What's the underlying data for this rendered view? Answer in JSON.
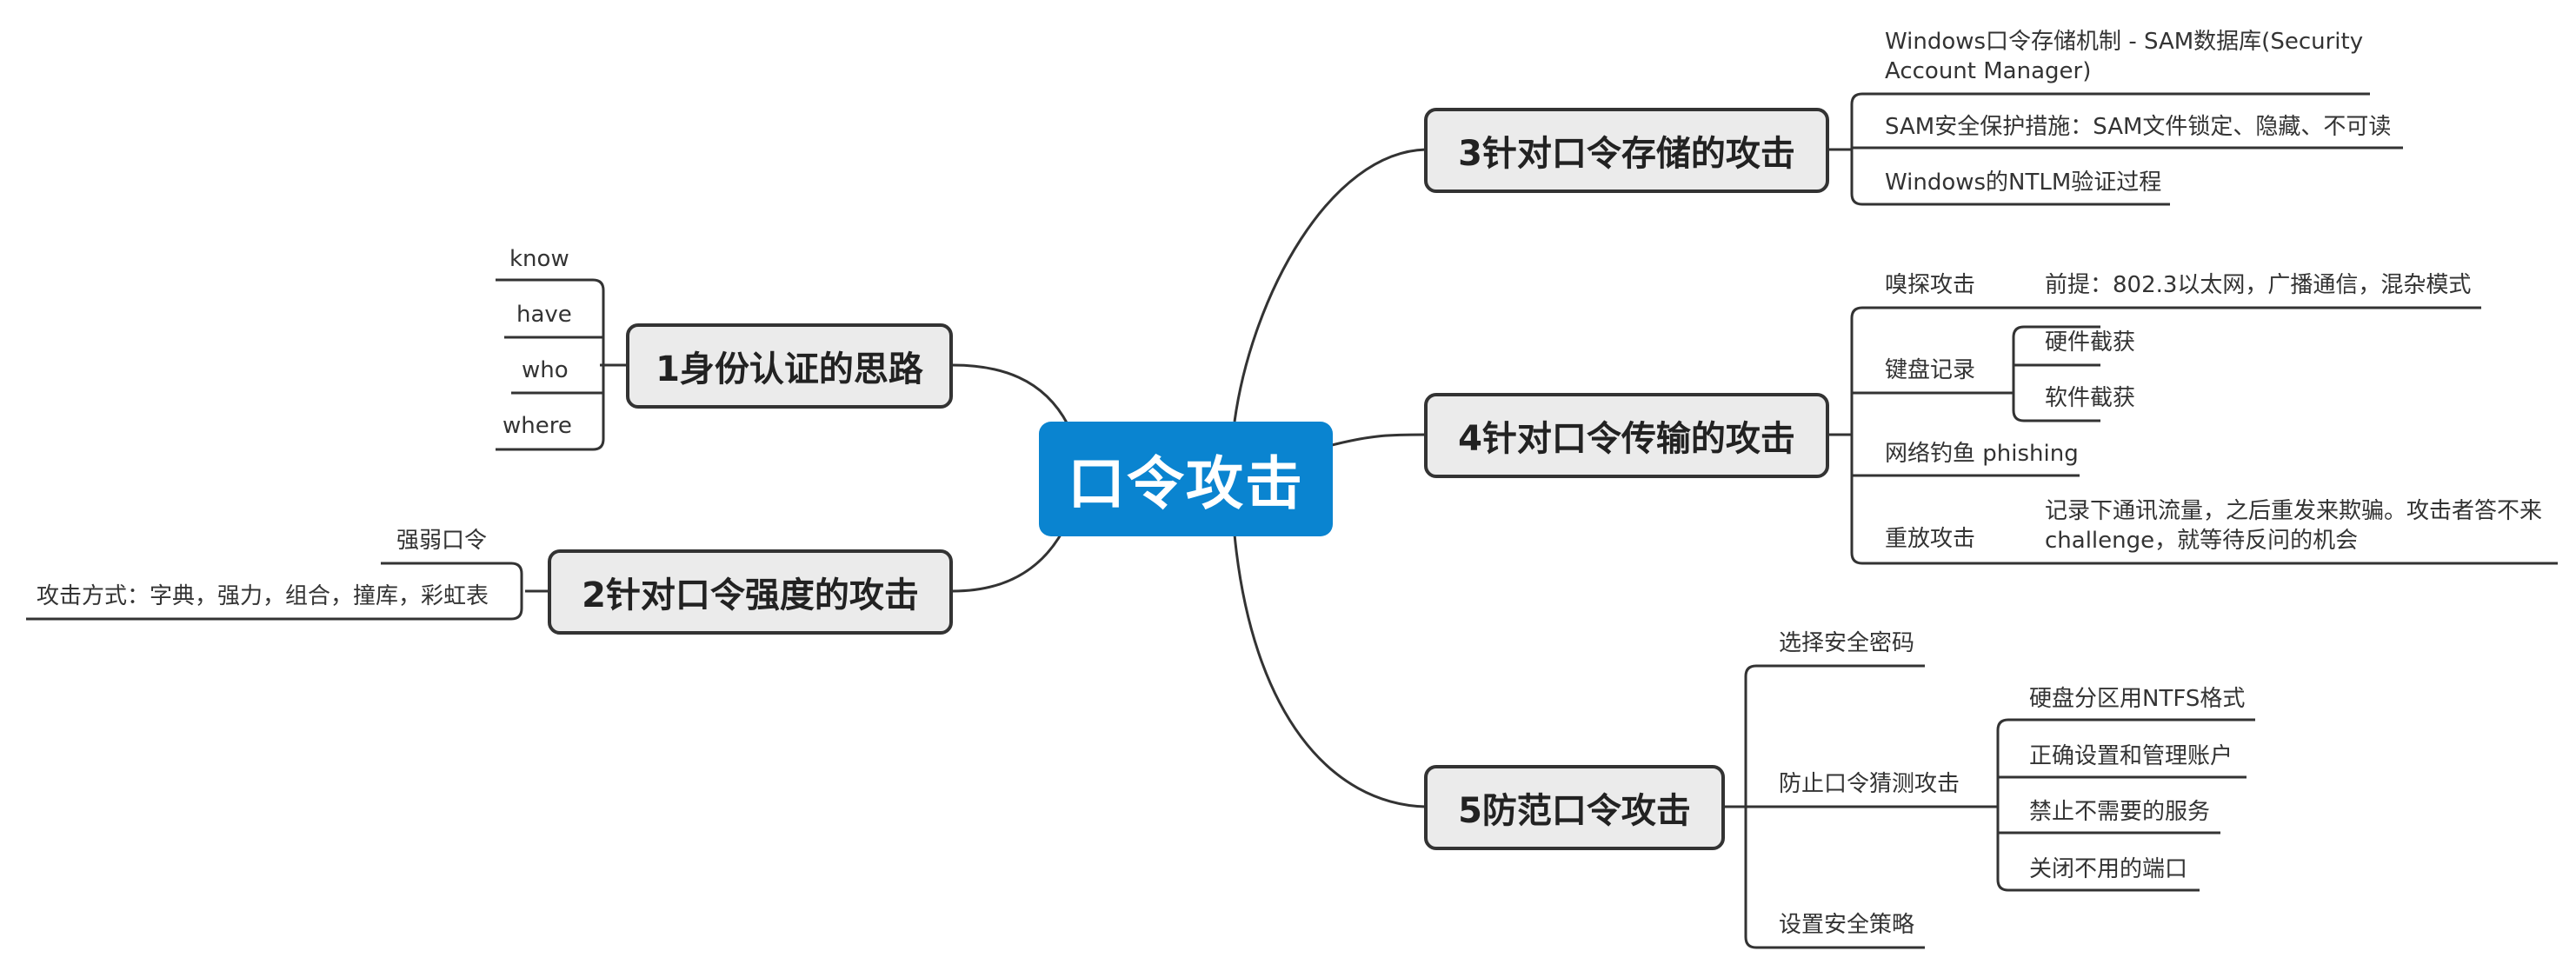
{
  "center": "口令攻击",
  "branches": {
    "b1": {
      "title": "1身份认证的思路",
      "items": [
        "know",
        "have",
        "who",
        "where"
      ]
    },
    "b2": {
      "title": "2针对口令强度的攻击",
      "items": [
        "强弱口令",
        "攻击方式：字典，强力，组合，撞库，彩虹表"
      ]
    },
    "b3": {
      "title": "3针对口令存储的攻击",
      "items": [
        "Windows口令存储机制 - SAM数据库(Security Account Manager)",
        "SAM安全保护措施：SAM文件锁定、隐藏、不可读",
        "Windows的NTLM验证过程"
      ]
    },
    "b4": {
      "title": "4针对口令传输的攻击",
      "sniff": {
        "label": "嗅探攻击",
        "detail": "前提：802.3以太网，广播通信，混杂模式"
      },
      "keylog": {
        "label": "键盘记录",
        "items": [
          "硬件截获",
          "软件截获"
        ]
      },
      "phishing": "网络钓鱼 phishing",
      "replay": {
        "label": "重放攻击",
        "detail": "记录下通讯流量，之后重发来欺骗。攻击者答不来challenge，就等待反问的机会"
      }
    },
    "b5": {
      "title": "5防范口令攻击",
      "choose": "选择安全密码",
      "guess": {
        "label": "防止口令猜测攻击",
        "items": [
          "硬盘分区用NTFS格式",
          "正确设置和管理账户",
          "禁止不需要的服务",
          "关闭不用的端口"
        ]
      },
      "policy": "设置安全策略"
    }
  },
  "colors": {
    "center_fill": "#0a84d0",
    "node_fill": "#ebebeb",
    "line": "#333333"
  }
}
